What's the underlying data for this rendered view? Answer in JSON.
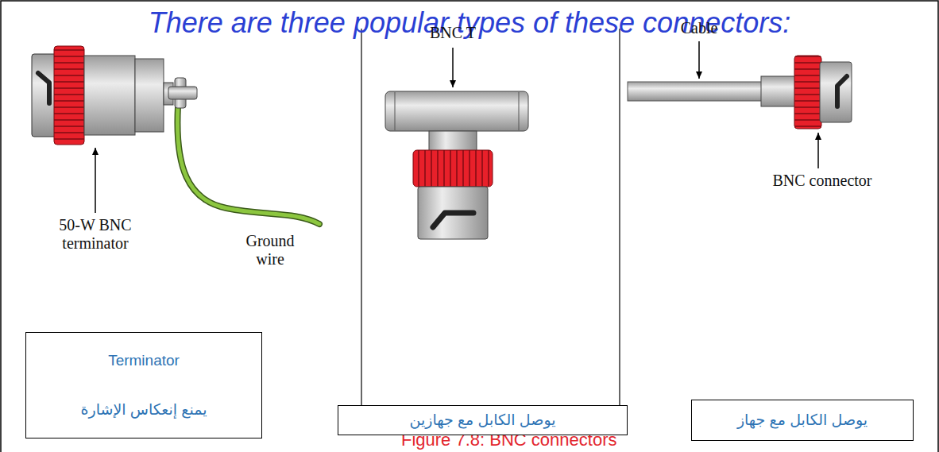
{
  "diagram": {
    "title": "There are three popular types of these connectors:",
    "caption": "Figure 7.8: BNC connectors",
    "nodes": [
      {
        "text": [
          "Terminator",
          "يمنع إنعكاس الإشارة"
        ]
      },
      {
        "text": [
          "يوصل الكابل مع جهازين"
        ]
      },
      {
        "text": [
          "يوصل الكابل مع جهاز"
        ]
      }
    ],
    "labels": [
      "50-W BNC terminator",
      "Ground wire",
      "BNC T",
      "Cable",
      "BNC connector"
    ]
  }
}
